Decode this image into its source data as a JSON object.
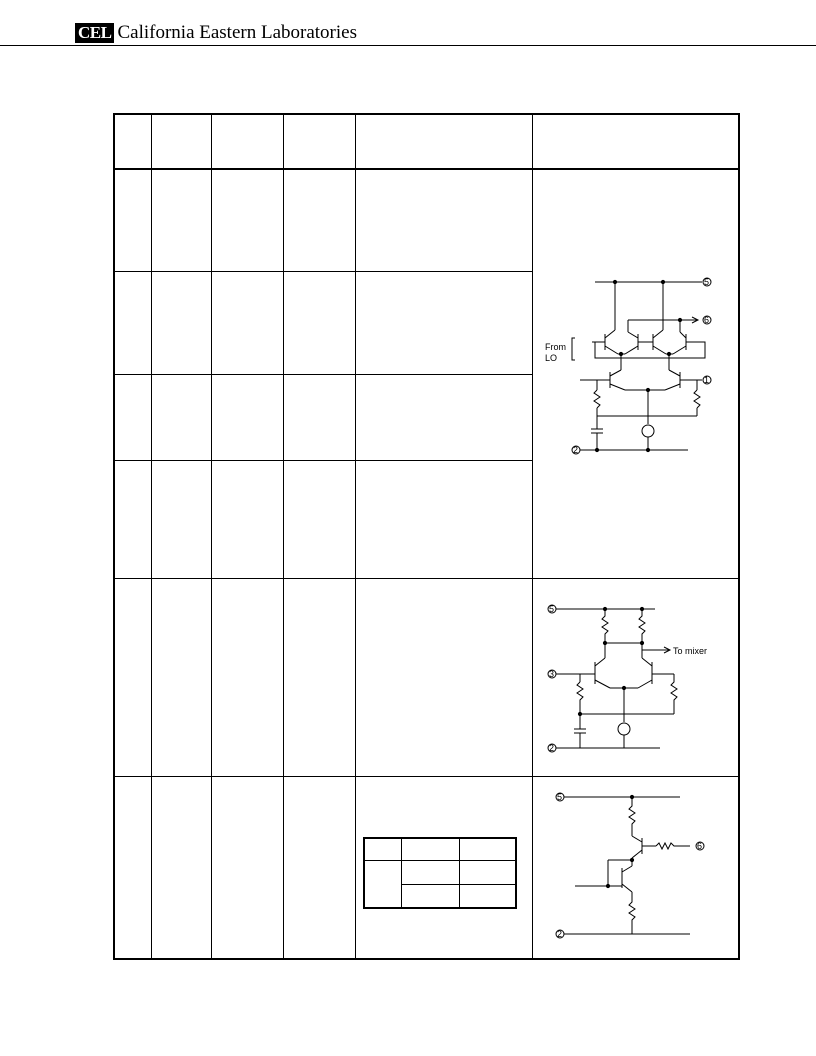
{
  "header": {
    "logo_text": "CEL",
    "company_name": "California Eastern Laboratories"
  },
  "circuits": {
    "mixer": {
      "pin_top": "5",
      "pin_right": "6",
      "pin_rf": "1",
      "pin_bottom": "2",
      "from_label_1": "From",
      "from_label_2": "LO"
    },
    "lo_buffer": {
      "pin_top": "5",
      "pin_left": "3",
      "pin_bottom": "2",
      "to_mixer": "To mixer"
    },
    "if_output": {
      "pin_top": "5",
      "pin_right": "6",
      "pin_bottom": "2"
    }
  }
}
